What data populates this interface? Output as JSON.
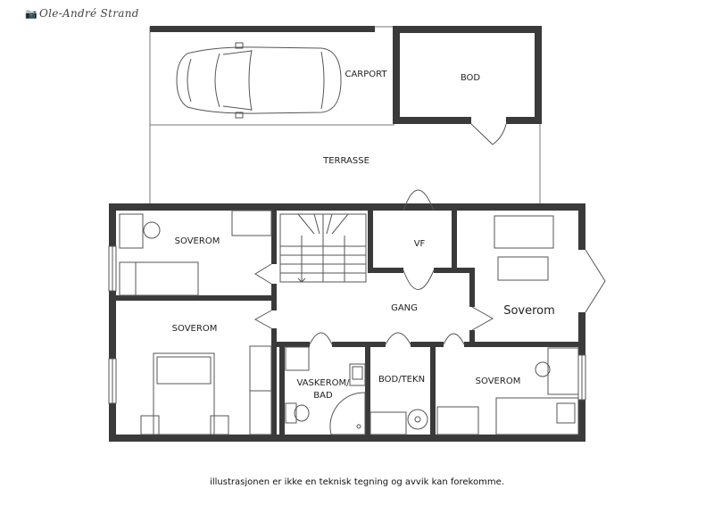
{
  "watermark": {
    "icon": "camera-icon",
    "text": "Ole-André Strand"
  },
  "rooms": {
    "carport": "CARPORT",
    "bod": "BOD",
    "terrasse": "TERRASSE",
    "soverom_1": "SOVEROM",
    "soverom_2": "SOVEROM",
    "soverom_3": "SOVEROM",
    "soverom_main": "Soverom",
    "vf": "VF",
    "gang": "GANG",
    "vaskerom_line1": "VASKEROM/",
    "vaskerom_line2": "BAD",
    "bod_tekn": "BOD/TEKN"
  },
  "footer": {
    "disclaimer": "illustrasjonen er ikke en teknisk tegning og avvik kan forekomme."
  },
  "colors": {
    "wall": "#3a3a3a",
    "line": "#555555",
    "background": "#ffffff"
  }
}
